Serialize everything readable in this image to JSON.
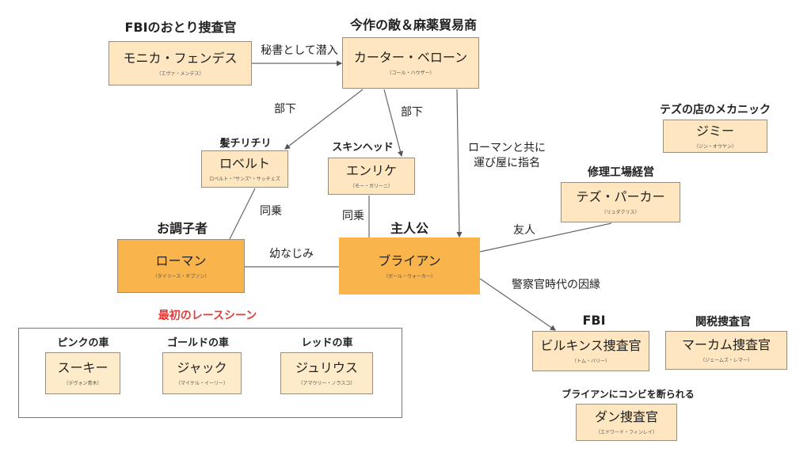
{
  "nodes": {
    "monica": {
      "role": "FBIのおとり捜査官",
      "name": "モニカ・フェンデス",
      "actor": "（エヴァ・メンデス）"
    },
    "carter": {
      "role": "今作の敵＆麻薬貿易商",
      "name": "カーター・ベローン",
      "actor": "（コール・ハウザー）"
    },
    "roberto": {
      "role": "髪チリチリ",
      "name": "ロベルト",
      "actor": "ロベルト・\"サンズ\"・サッチェズ"
    },
    "enrique": {
      "role": "スキンヘッド",
      "name": "エンリケ",
      "actor": "（モー・ガリーニ）"
    },
    "roman": {
      "role": "お調子者",
      "name": "ローマン",
      "actor": "（タイリース・ギブソン）"
    },
    "brian": {
      "role": "主人公",
      "name": "ブライアン",
      "actor": "（ポール・ウォーカー）"
    },
    "jimmy": {
      "role": "テズの店のメカニック",
      "name": "ジミー",
      "actor": "（ジン・オウヤン）"
    },
    "tej": {
      "role": "修理工場経営",
      "name": "テズ・パーカー",
      "actor": "（リュダクリス）"
    },
    "bilkins": {
      "role": "FBI",
      "name": "ビルキンス捜査官",
      "actor": "（トム・バリー）"
    },
    "markham": {
      "role": "関税捜査官",
      "name": "マーカム捜査官",
      "actor": "（ジェームズ・レマー）"
    },
    "dunn": {
      "role": "ブライアンにコンビを断られる",
      "name": "ダン捜査官",
      "actor": "（エドワード・フィンレイ）"
    }
  },
  "race": {
    "title": "最初のレースシーン",
    "cars": [
      {
        "car": "ピンクの車",
        "name": "スーキー",
        "actor": "（デヴォン青木）"
      },
      {
        "car": "ゴールドの車",
        "name": "ジャック",
        "actor": "（マイケル・イーリー）"
      },
      {
        "car": "レッドの車",
        "name": "ジュリウス",
        "actor": "（アマウリー・ノラスコ）"
      }
    ]
  },
  "edges": {
    "monica_carter": "秘書として潜入",
    "carter_roberto": "部下",
    "carter_enrique": "部下",
    "carter_brian_1": "ローマンと共に",
    "carter_brian_2": "運び屋に指名",
    "roberto_roman": "同乗",
    "enrique_brian": "同乗",
    "roman_brian": "幼なじみ",
    "brian_tej": "友人",
    "brian_bilkins": "警察官時代の因縁"
  },
  "colors": {
    "main": "#f9b54c",
    "node": "#fde6c0",
    "accent_red": "#e53935"
  }
}
